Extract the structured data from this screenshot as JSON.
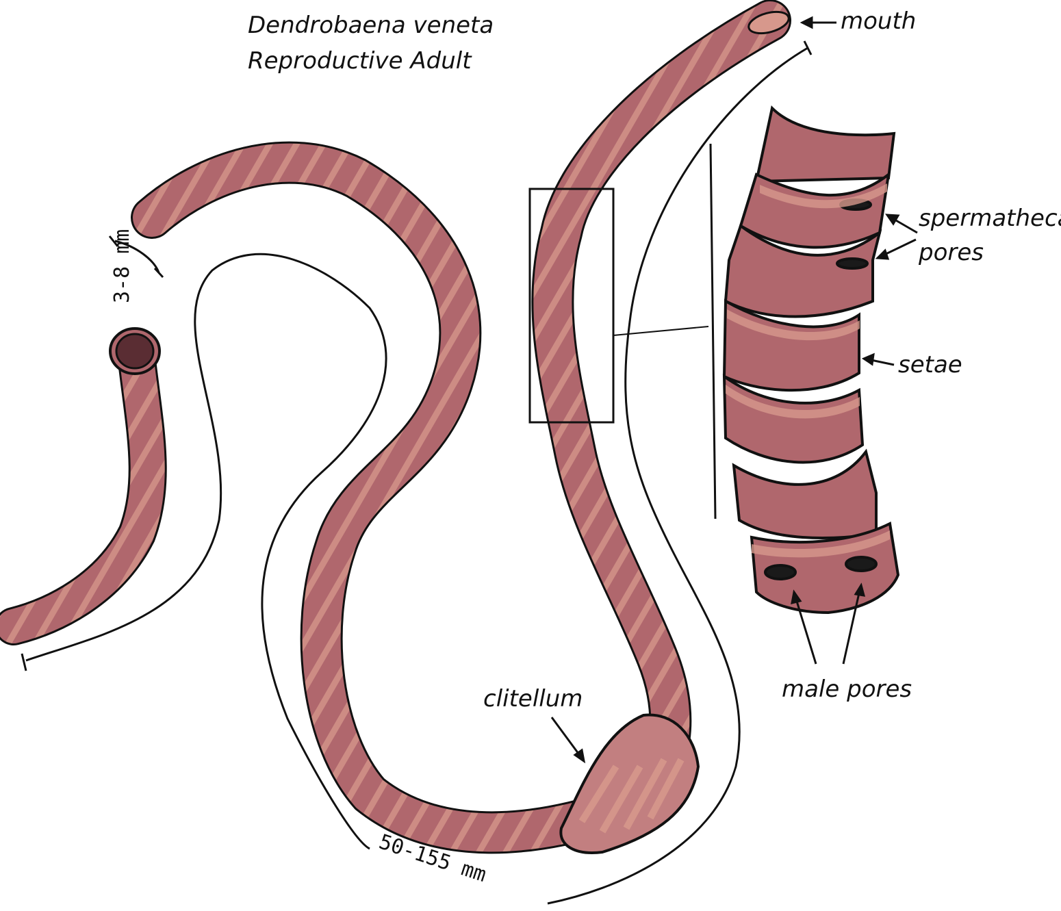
{
  "title": {
    "species": "Dendrobaena veneta",
    "stage": "Reproductive Adult"
  },
  "labels": {
    "mouth": "mouth",
    "spermathecal": "spermathecal",
    "pores": "pores",
    "setae": "setae",
    "male_pores": "male pores",
    "clitellum": "clitellum"
  },
  "measurements": {
    "diameter": "3-8 mm",
    "length": "50-155 mm"
  },
  "colors": {
    "body": "#b0676d",
    "band": "#d7988c",
    "outline": "#111111",
    "pore": "#1a1a1a"
  }
}
